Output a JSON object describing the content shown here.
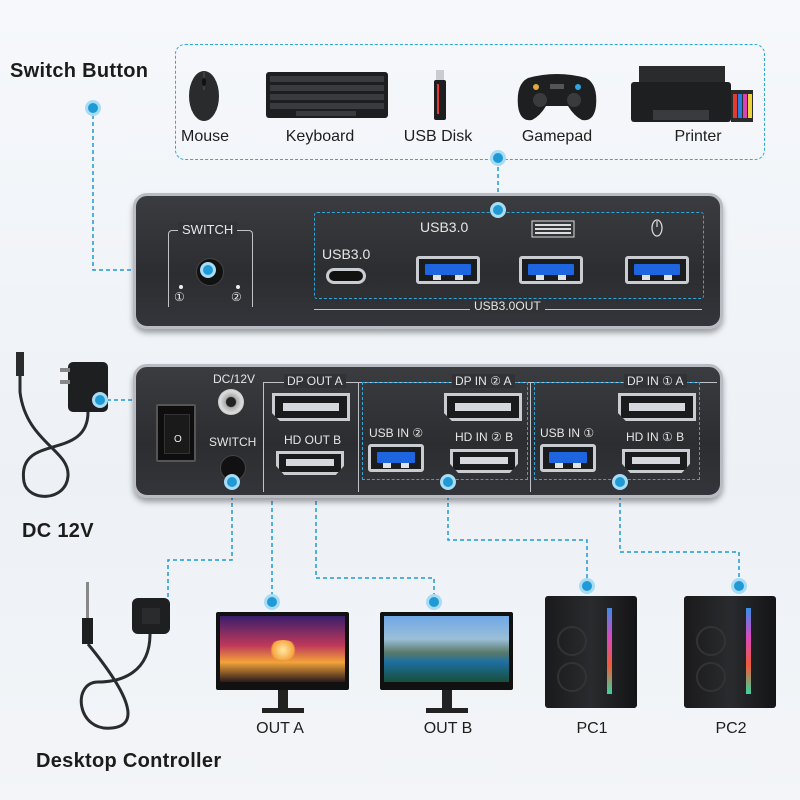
{
  "labels": {
    "switch_button": "Switch Button",
    "dc12v": "DC 12V",
    "desktop_controller": "Desktop Controller"
  },
  "peripherals": [
    {
      "name": "mouse",
      "label": "Mouse"
    },
    {
      "name": "keyboard",
      "label": "Keyboard"
    },
    {
      "name": "usb-disk",
      "label": "USB Disk"
    },
    {
      "name": "gamepad",
      "label": "Gamepad"
    },
    {
      "name": "printer",
      "label": "Printer"
    }
  ],
  "front_panel": {
    "switch_label": "SWITCH",
    "led1": "①",
    "led2": "②",
    "usbc_label": "USB3.0",
    "usb_label": "USB3.0",
    "out_label": "USB3.0OUT"
  },
  "back_panel": {
    "dc_label": "DC/12V",
    "switch_label": "SWITCH",
    "dp_out_a": "DP OUT A",
    "hd_out_b": "HD OUT B",
    "dp_in_2a": "DP IN ② A",
    "usb_in_2": "USB IN ②",
    "hd_in_2b": "HD IN ② B",
    "dp_in_1a": "DP IN ① A",
    "usb_in_1": "USB IN ①",
    "hd_in_1b": "HD IN ① B"
  },
  "outputs": [
    {
      "name": "out-a",
      "label": "OUT A"
    },
    {
      "name": "out-b",
      "label": "OUT B"
    },
    {
      "name": "pc1",
      "label": "PC1"
    },
    {
      "name": "pc2",
      "label": "PC2"
    }
  ],
  "colors": {
    "accent": "#2ea7df",
    "panel": "#2f3134",
    "port_blue": "#1e66e0"
  }
}
